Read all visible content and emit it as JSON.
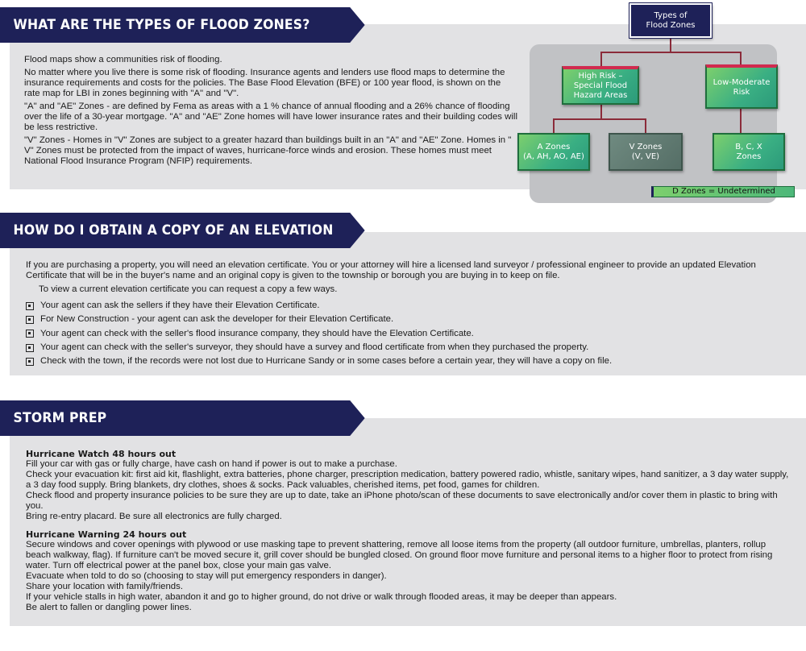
{
  "section1": {
    "title": "WHAT ARE THE TYPES OF FLOOD ZONES?",
    "paragraphs": [
      "Flood maps show a communities risk of flooding.",
      "No matter where you live there is some risk of flooding. Insurance agents and lenders use flood maps to determine the insurance requirements and costs for the policies. The Base Flood Elevation (BFE) or 100 year flood, is shown on the rate map for LBI in zones beginning with \"A\" and \"V\".",
      "\"A\" and \"AE\" Zones - are defined by Fema as areas with a 1 % chance of annual flooding and a 26% chance of flooding over the life of a 30-year mortgage. \"A\" and \"AE\" Zone homes will have lower insurance rates and their building codes will be less restrictive.",
      "\"V\" Zones - Homes in \"V\" Zones are subject to a greater hazard than buildings built in an \"A\" and \"AE\" Zone. Homes in \" V\" Zones must be protected from the impact of waves, hurricane-force winds and erosion. These homes must meet National Flood Insurance Program (NFIP) requirements."
    ],
    "chart": {
      "root": [
        "Types of",
        "Flood Zones"
      ],
      "high": [
        "High Risk –",
        "Special Flood",
        "Hazard Areas"
      ],
      "low": [
        "Low-Moderate",
        "Risk"
      ],
      "a": [
        "A Zones",
        "(A, AH, AO, AE)"
      ],
      "v": [
        "V Zones",
        "(V, VE)"
      ],
      "bcx": [
        "B, C, X",
        "Zones"
      ],
      "d": "D Zones = Undetermined"
    }
  },
  "section2": {
    "title": "HOW DO I OBTAIN A COPY OF AN ELEVATION CERTIFICATE?",
    "intro": "If you are purchasing a property, you will need an elevation certificate. You or your attorney will  hire a licensed land surveyor / professional engineer to provide an updated Elevation Certificate that will be in the buyer's name and an original copy is given to the township or borough you are buying in to keep on file.",
    "sub": "To view a current elevation certificate you can request a copy a few ways.",
    "bullets": [
      "Your agent can ask the sellers if they have their Elevation Certificate.",
      "For New Construction - your agent can ask the developer for their Elevation Certificate.",
      "Your agent can check with the seller's flood insurance company, they should have the Elevation Certificate.",
      "Your agent can check with the seller's surveyor, they should have a survey and flood certificate from when they purchased the property.",
      "Check with the town, if the records were not lost due to Hurricane Sandy or in some cases before a certain year, they will have a copy on file."
    ]
  },
  "section3": {
    "title": "STORM PREP",
    "watch_heading": "Hurricane Watch 48 hours out",
    "watch_lines": [
      "Fill your car with gas or fully charge, have cash on hand if power is out to make a purchase.",
      "Check your evacuation kit: first aid kit, flashlight, extra batteries, phone charger, prescription medication, battery powered radio, whistle, sanitary wipes, hand sanitizer, a 3 day water supply, a 3 day food supply. Bring blankets, dry clothes, shoes & socks. Pack valuables, cherished items, pet food, games for children.",
      "Check flood and property insurance policies to be sure they are up to date, take an iPhone photo/scan of these documents to save electronically and/or cover them in plastic to bring with you.",
      "Bring re-entry placard.   Be sure all electronics are fully charged."
    ],
    "warning_heading": "Hurricane Warning 24 hours out",
    "warning_lines": [
      "Secure windows and cover openings with plywood or use masking tape to prevent shattering, remove all loose items from the property  (all outdoor furniture, umbrellas, planters, rollup beach walkway, flag). If furniture can't be moved secure it, grill cover should be bungled closed. On ground floor move furniture and personal items to a higher floor to protect from rising water. Turn off electrical power at the panel box, close your main gas valve.",
      "Evacuate when told to do so (choosing to stay will put emergency responders in danger).",
      "Share your location with family/friends.",
      "If your vehicle stalls in high water, abandon it and go to higher ground, do not drive or walk through flooded areas, it may be deeper than appears.",
      "Be alert to  fallen or dangling power lines."
    ]
  }
}
